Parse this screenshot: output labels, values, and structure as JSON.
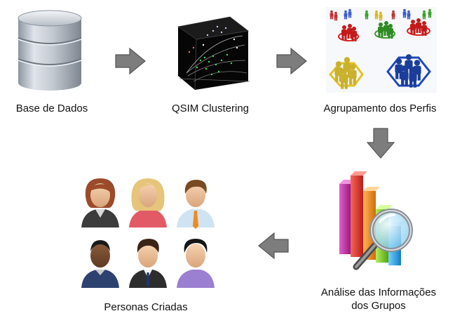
{
  "stages": [
    {
      "label": "Base de Dados",
      "icon": "database-icon"
    },
    {
      "label": "QSIM Clustering",
      "icon": "cluster-cube-icon"
    },
    {
      "label": "Agrupamento dos Perfis",
      "icon": "people-groups-icon"
    },
    {
      "label_line1": "Análise das Informações",
      "label_line2": "dos Grupos",
      "icon": "bar-chart-magnifier-icon"
    },
    {
      "label": "Personas Criadas",
      "icon": "personas-avatars-icon"
    }
  ],
  "flow": [
    "right",
    "right",
    "down",
    "left"
  ],
  "colors": {
    "arrow_fill": "#7d7d7d",
    "arrow_stroke": "#555555",
    "database": "#b9c1ca",
    "cube": "#0a0a0a",
    "group_red": "#d81e1e",
    "group_green": "#3d9a2a",
    "group_yellow": "#e2c227",
    "group_blue": "#1f48b8",
    "bar_magenta": "#c42aa8",
    "bar_red": "#e0352b",
    "bar_orange": "#f08a1d",
    "bar_green": "#7ccd25",
    "bar_blue": "#2aa7e8"
  }
}
